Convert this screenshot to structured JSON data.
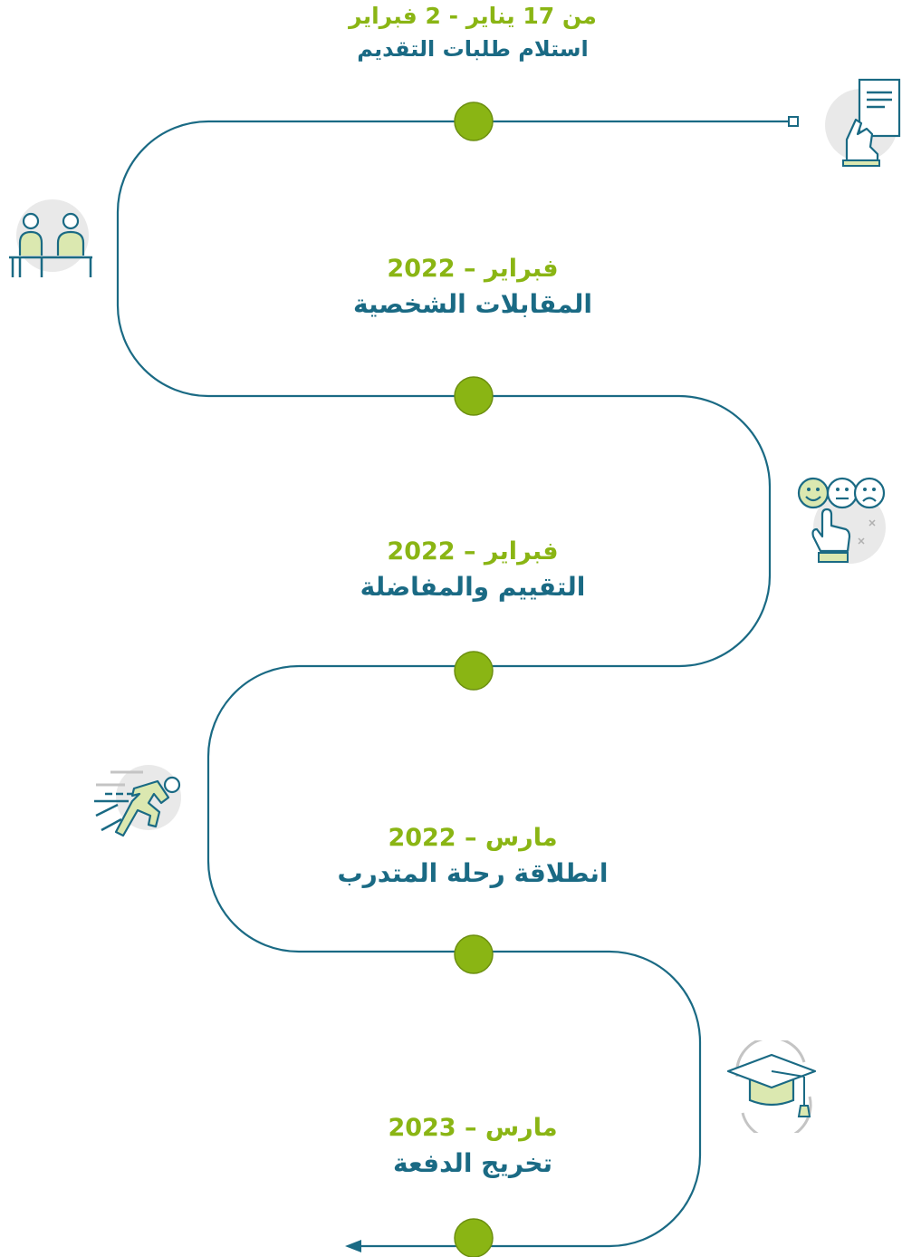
{
  "steps": [
    {
      "date": "من 17 يناير - 2 فبراير",
      "title": "استلام طلبات التقديم",
      "icon": "hand-document-icon"
    },
    {
      "date": "فبراير – 2022",
      "title": "المقابلات الشخصية",
      "icon": "interview-icon"
    },
    {
      "date": "فبراير – 2022",
      "title": "التقييم والمفاضلة",
      "icon": "rating-faces-icon"
    },
    {
      "date": "مارس – 2022",
      "title": "انطلاقة رحلة المتدرب",
      "icon": "runner-icon"
    },
    {
      "date": "مارس – 2023",
      "title": "تخريج الدفعة",
      "icon": "graduation-cap-icon"
    }
  ],
  "colors": {
    "line": "#1a6a84",
    "node": "#8ab514",
    "date": "#8ab514",
    "title": "#1a6a84",
    "icon_bg": "#e9e9e9",
    "icon_fill": "#dbe8b0"
  }
}
